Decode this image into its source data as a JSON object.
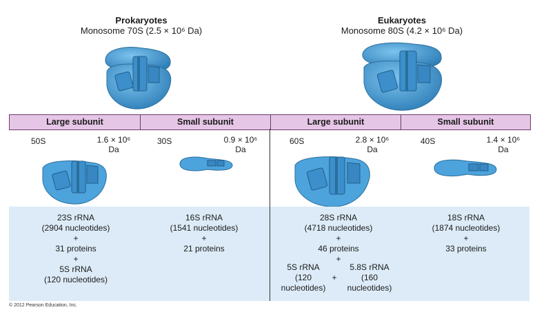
{
  "prokaryotes": {
    "title": "Prokaryotes",
    "monosome": "Monosome 70S (2.5 × 10⁶ Da)",
    "large": {
      "header": "Large subunit",
      "s_value": "50S",
      "mass": "1.6 × 10⁶",
      "unit": "Da",
      "components": [
        "23S rRNA",
        "(2904 nucleotides)",
        "+",
        "31 proteins",
        "+",
        "5S rRNA",
        "(120 nucleotides)"
      ]
    },
    "small": {
      "header": "Small subunit",
      "s_value": "30S",
      "mass": "0.9 × 10⁶",
      "unit": "Da",
      "components": [
        "16S rRNA",
        "(1541 nucleotides)",
        "+",
        "21 proteins"
      ]
    }
  },
  "eukaryotes": {
    "title": "Eukaryotes",
    "monosome": "Monosome 80S (4.2 × 10⁶ Da)",
    "large": {
      "header": "Large subunit",
      "s_value": "60S",
      "mass": "2.8 × 10⁶",
      "unit": "Da",
      "components": [
        "28S rRNA",
        "(4718 nucleotides)",
        "+",
        "46 proteins",
        "+"
      ],
      "sub_left": [
        "5S rRNA",
        "(120",
        "nucleotides)"
      ],
      "sub_plus": "+",
      "sub_right": [
        "5.8S rRNA",
        "(160",
        "nucleotides)"
      ]
    },
    "small": {
      "header": "Small subunit",
      "s_value": "40S",
      "mass": "1.4 × 10⁶",
      "unit": "Da",
      "components": [
        "18S rRNA",
        "(1874 nucleotides)",
        "+",
        "33 proteins"
      ]
    }
  },
  "copyright": "© 2012 Pearson Education, Inc.",
  "colors": {
    "ribosome": "#4da3dc",
    "ribosome_dark": "#2a6f9c",
    "header_bg": "#e6c6e6",
    "component_bg": "#dcebf7"
  }
}
